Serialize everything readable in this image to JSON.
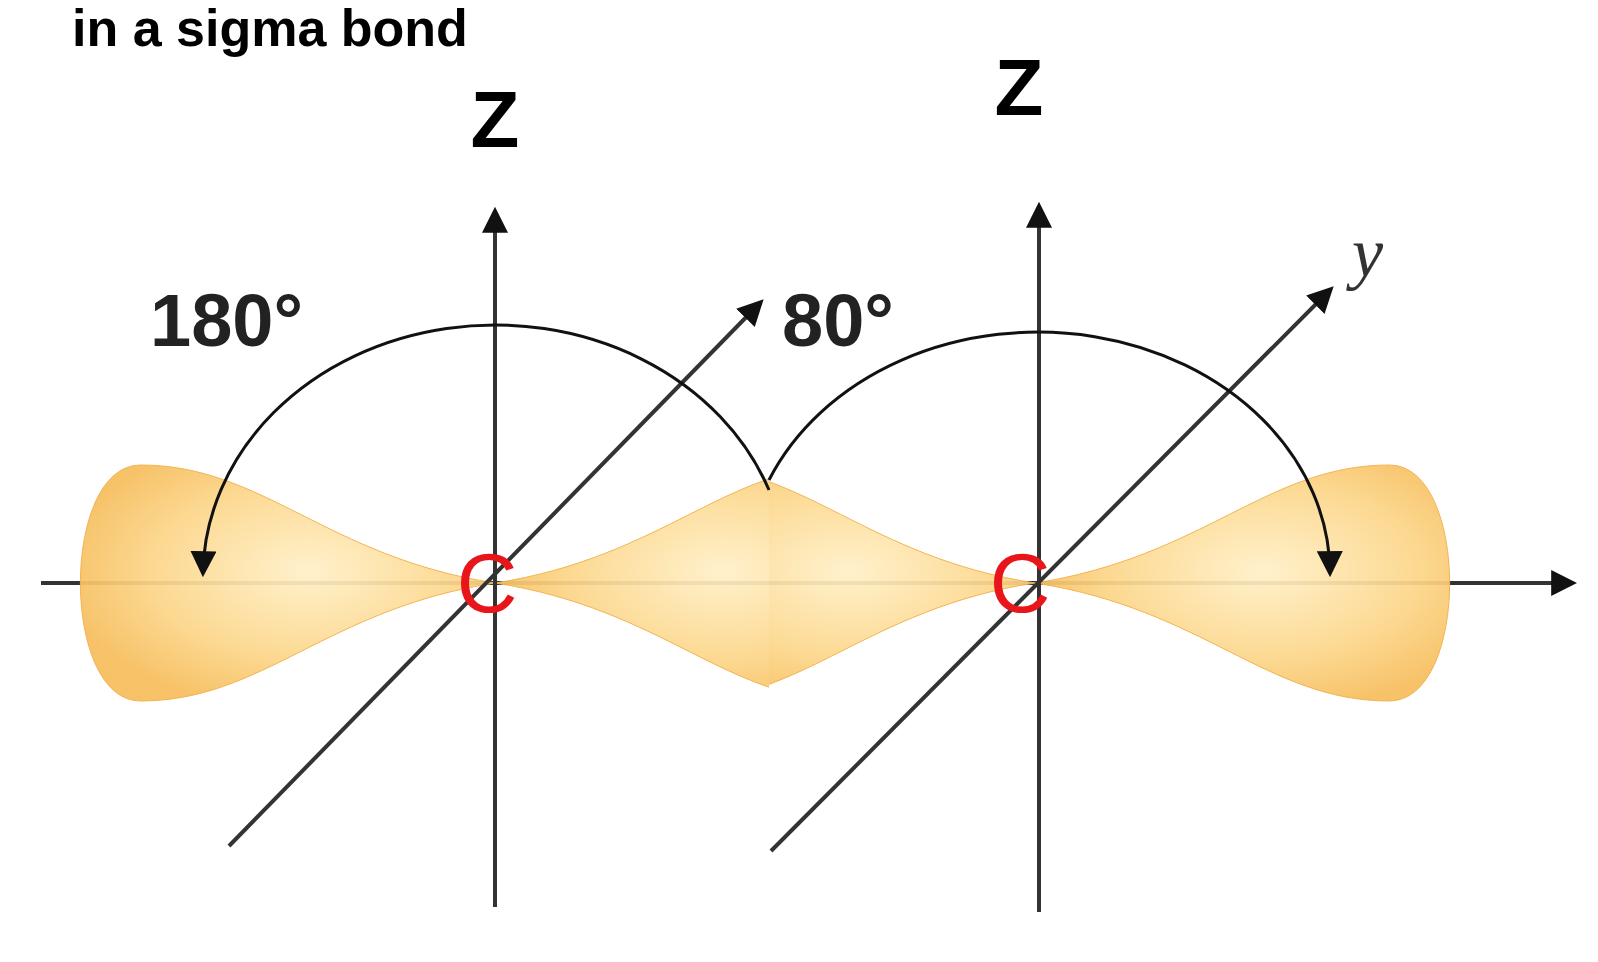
{
  "diagram": {
    "title": "in a sigma bond",
    "labels": [
      "Z",
      "Z",
      "180°",
      "80°",
      "y",
      "C",
      "C"
    ]
  }
}
